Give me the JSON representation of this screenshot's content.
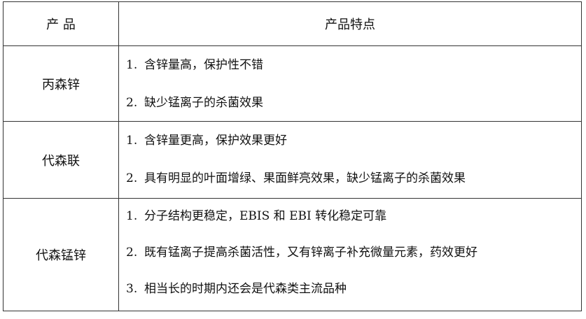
{
  "table": {
    "header": {
      "product": "产  品",
      "features": "产品特点"
    },
    "rows": [
      {
        "product": "丙森锌",
        "features": [
          {
            "num": "1.",
            "text": "含锌量高，保护性不错"
          },
          {
            "num": "2.",
            "text": "缺少锰离子的杀菌效果"
          }
        ]
      },
      {
        "product": "代森联",
        "features": [
          {
            "num": "1.",
            "text": "含锌量更高，保护效果更好"
          },
          {
            "num": "2.",
            "text": "具有明显的叶面增绿、果面鲜亮效果，缺少锰离子的杀菌效果"
          }
        ]
      },
      {
        "product": "代森锰锌",
        "features": [
          {
            "num": "1.",
            "text": "分子结构更稳定，EBIS 和 EBI 转化稳定可靠"
          },
          {
            "num": "2.",
            "text": "既有锰离子提高杀菌活性，又有锌离子补充微量元素，药效更好"
          },
          {
            "num": "3.",
            "text": "相当长的时期内还会是代森类主流品种"
          }
        ]
      }
    ]
  }
}
